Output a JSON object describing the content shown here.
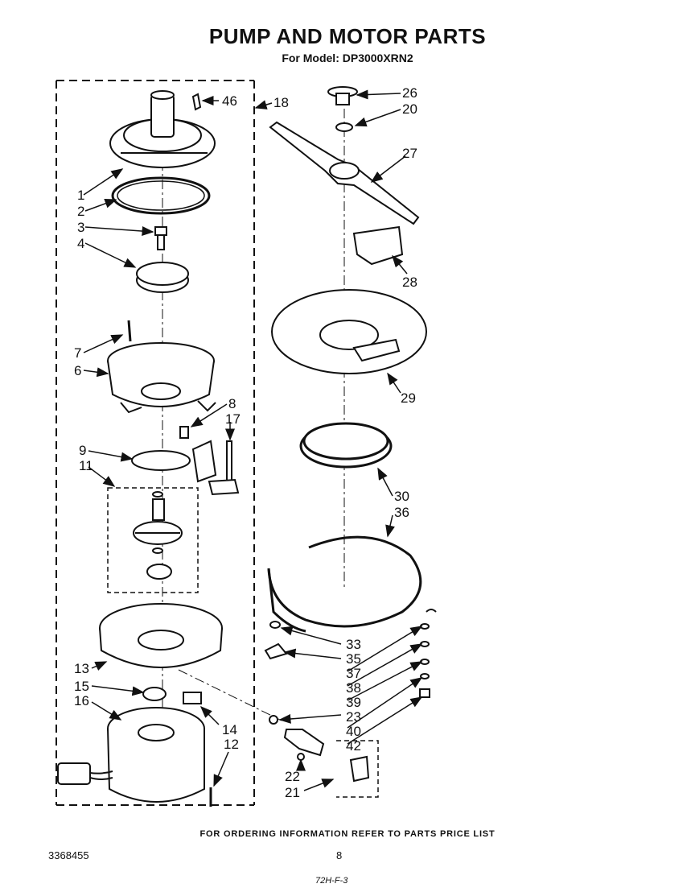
{
  "header": {
    "title": "PUMP AND MOTOR PARTS",
    "subtitle": "For Model: DP3000XRN2"
  },
  "callouts": [
    {
      "id": "c46",
      "text": "46"
    },
    {
      "id": "c18",
      "text": "18"
    },
    {
      "id": "c26",
      "text": "26"
    },
    {
      "id": "c20",
      "text": "20"
    },
    {
      "id": "c27",
      "text": "27"
    },
    {
      "id": "c1",
      "text": "1"
    },
    {
      "id": "c2",
      "text": "2"
    },
    {
      "id": "c3",
      "text": "3"
    },
    {
      "id": "c4",
      "text": "4"
    },
    {
      "id": "c28",
      "text": "28"
    },
    {
      "id": "c7",
      "text": "7"
    },
    {
      "id": "c6",
      "text": "6"
    },
    {
      "id": "c29",
      "text": "29"
    },
    {
      "id": "c8",
      "text": "8"
    },
    {
      "id": "c17",
      "text": "17"
    },
    {
      "id": "c9",
      "text": "9"
    },
    {
      "id": "c11",
      "text": "11"
    },
    {
      "id": "c30",
      "text": "30"
    },
    {
      "id": "c36",
      "text": "36"
    },
    {
      "id": "c33",
      "text": "33"
    },
    {
      "id": "c35",
      "text": "35"
    },
    {
      "id": "c37",
      "text": "37"
    },
    {
      "id": "c13",
      "text": "13"
    },
    {
      "id": "c38",
      "text": "38"
    },
    {
      "id": "c15",
      "text": "15"
    },
    {
      "id": "c39",
      "text": "39"
    },
    {
      "id": "c16",
      "text": "16"
    },
    {
      "id": "c23",
      "text": "23"
    },
    {
      "id": "c14",
      "text": "14"
    },
    {
      "id": "c40",
      "text": "40"
    },
    {
      "id": "c12",
      "text": "12"
    },
    {
      "id": "c42",
      "text": "42"
    },
    {
      "id": "c22",
      "text": "22"
    },
    {
      "id": "c21",
      "text": "21"
    }
  ],
  "footer": {
    "ordering_note": "FOR ORDERING INFORMATION REFER TO PARTS PRICE LIST",
    "doc_number": "3368455",
    "page_number": "8",
    "corner_mark": "72H-F-3"
  }
}
